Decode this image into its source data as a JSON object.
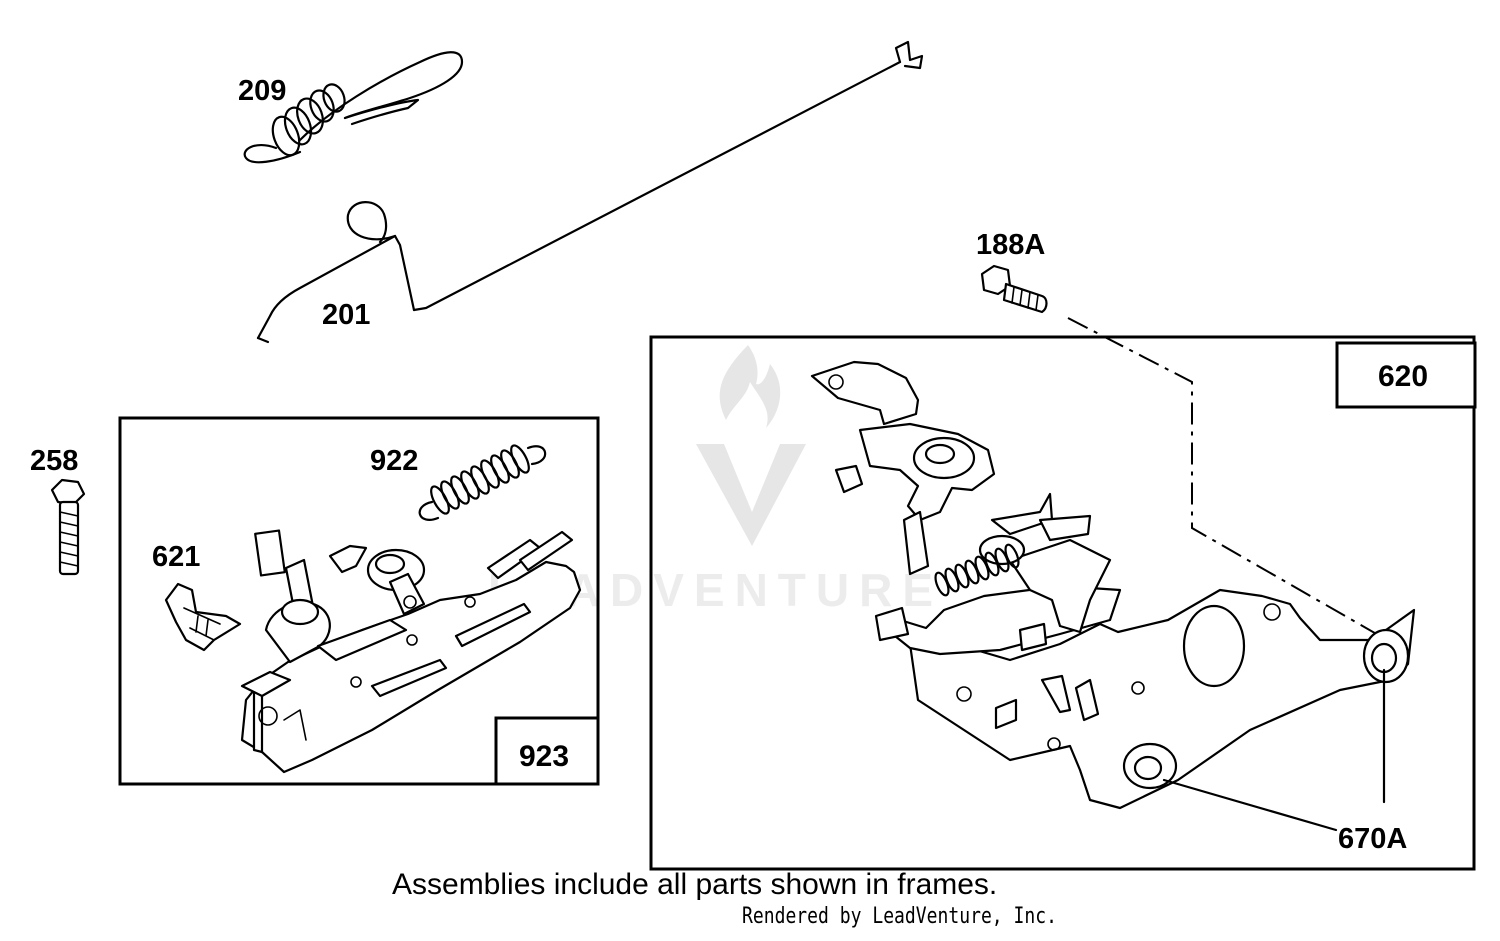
{
  "parts": {
    "p209": "209",
    "p201": "201",
    "p188a": "188A",
    "p258": "258",
    "p922": "922",
    "p621": "621",
    "p670a": "670A"
  },
  "frames": {
    "f923": "923",
    "f620": "620"
  },
  "watermark": {
    "text": "LEADVENTURE"
  },
  "caption": "Assemblies include all parts shown in frames.",
  "credit": "Rendered by LeadVenture, Inc."
}
